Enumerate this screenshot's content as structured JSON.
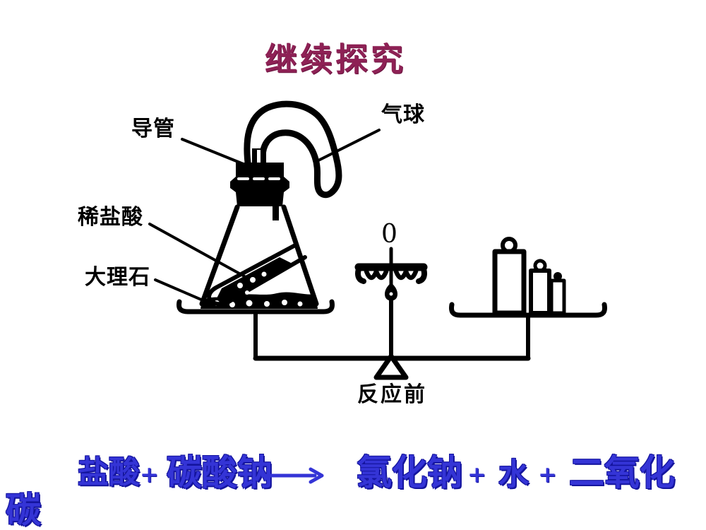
{
  "title": "继续探究",
  "colors": {
    "title": "#8e2155",
    "equation": "#3434d6",
    "ink": "#000000",
    "background": "#ffffff"
  },
  "diagram": {
    "tube_label": "导管",
    "balloon_label": "气球",
    "dilute_acid_label": "稀盐酸",
    "marble_label": "大理石",
    "scale_zero": "0",
    "before_reaction_label": "反应前"
  },
  "equation": {
    "reactant1": "盐酸",
    "plus1": "+",
    "reactant2": "碳酸钠",
    "arrow_symbol": "→",
    "product1": "氯化钠",
    "plus2": "+",
    "product2": "水",
    "plus3": "+",
    "product3_line1": "二氧化",
    "product3_line2": "碳"
  }
}
